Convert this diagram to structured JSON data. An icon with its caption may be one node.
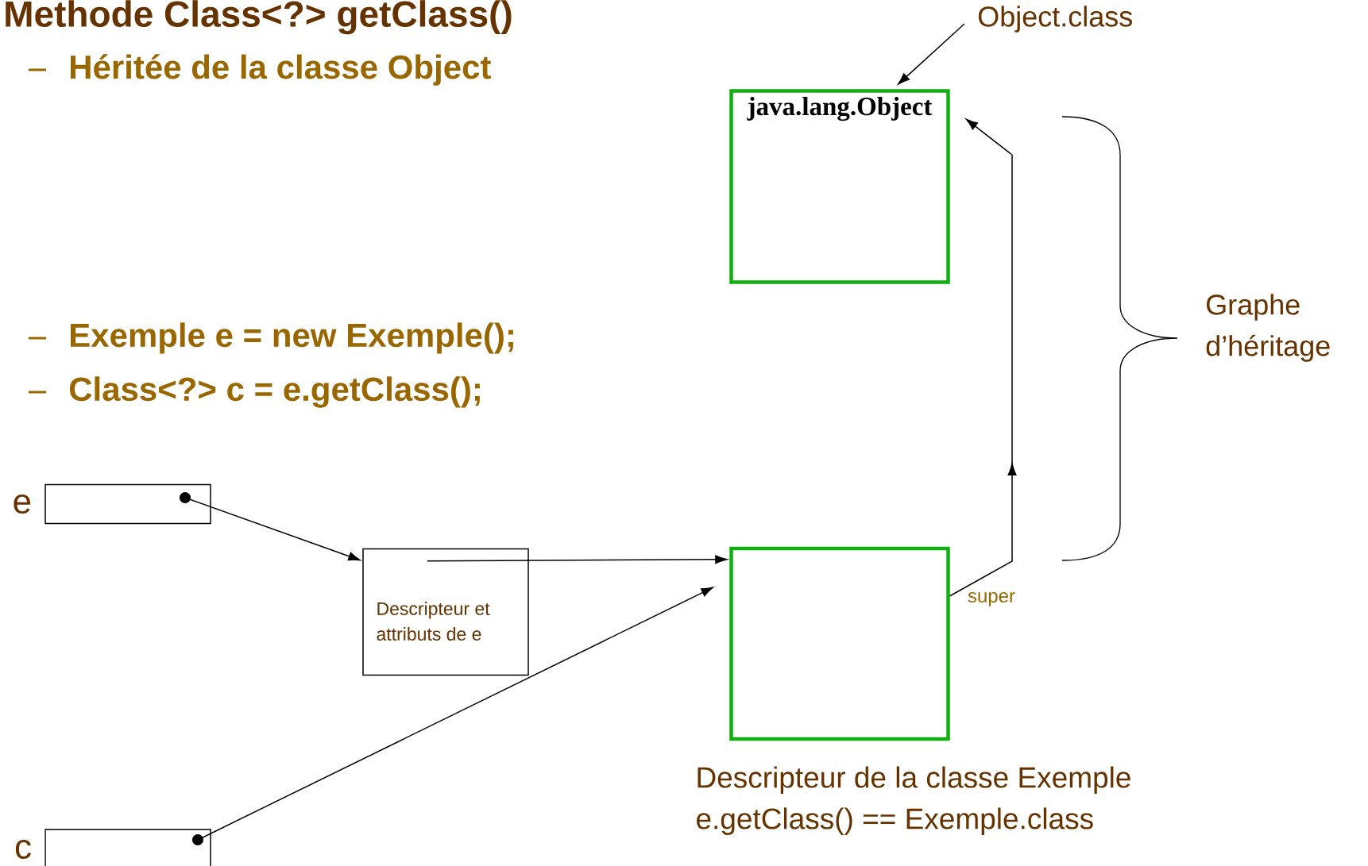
{
  "diagram": {
    "title": "Methode Class<?> getClass()",
    "nodes": [
      {
        "text": [
          "java.lang.Object"
        ]
      },
      {
        "text": [
          "Object.class"
        ]
      },
      {
        "text": [],
        "shape": "box",
        "beside": [
          "e"
        ]
      },
      {
        "text": [
          "Descripteur et attributs de e"
        ]
      },
      {
        "text": [],
        "shape": "box",
        "beside": [
          "Descripteur de la classe Exemple",
          "e.getClass() == Exemple.class"
        ]
      },
      {
        "text": [],
        "shape": "box",
        "beside": [
          "c"
        ]
      }
    ],
    "edges": [
      {
        "from": 1,
        "to": 0,
        "arrow": "to"
      },
      {
        "from": 2,
        "to": 3,
        "arrow": "to"
      },
      {
        "from": 3,
        "to": 4,
        "arrow": "to"
      },
      {
        "from": 5,
        "to": 4,
        "arrow": "to"
      },
      {
        "from": 4,
        "to": 0,
        "arrow": "to",
        "label": "super"
      }
    ],
    "labels": [
      "Héritée de la classe Object",
      "Exemple e = new Exemple();",
      "Class<?> c = e.getClass();",
      "Graphe d’héritage"
    ]
  }
}
